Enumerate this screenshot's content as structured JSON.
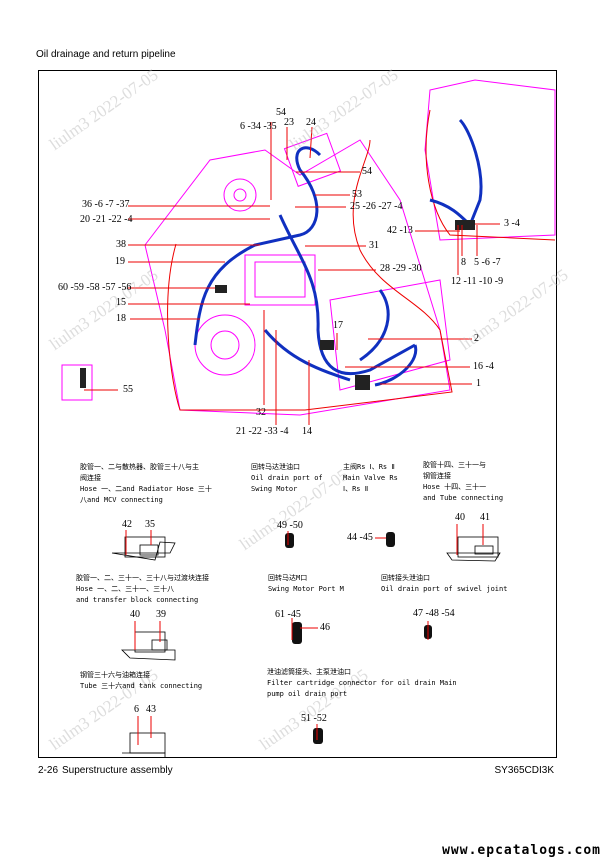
{
  "header": {
    "title": "Oil drainage and return pipeline"
  },
  "footer": {
    "page": "2-26",
    "section": "Superstructure assembly",
    "model": "SY365CDI3K"
  },
  "site": "www.epcatalogs.com",
  "watermark": "liulm3 2022-07-05",
  "callouts": [
    "36 -6 -7 -37",
    "20 -21 -22 -4",
    "38",
    "19",
    "60 -59 -58 -57 -56",
    "15",
    "18",
    "55",
    "54",
    "6 -34 -35",
    "23",
    "24",
    "54",
    "53",
    "25 -26 -27 -4",
    "31",
    "28 -29 -30",
    "17",
    "2",
    "16 -4",
    "1",
    "32",
    "21 -22 -33 -4",
    "14",
    "3 -4",
    "42 -13",
    "8",
    "5 -6 -7",
    "12 -11 -10 -9"
  ],
  "details": [
    {
      "lines": [
        "胶管一、二与散热器、胶管三十八与主",
        "阀连接",
        "Hose 一、二and Radiator Hose 三十",
        "八and MCV connecting"
      ],
      "labels": [
        "42",
        "35"
      ]
    },
    {
      "lines": [
        "回转马达泄油口",
        "Oil drain port of",
        "Swing Motor"
      ],
      "labels": [
        "49 -50"
      ]
    },
    {
      "lines": [
        "主阀Rs Ⅰ、Rs Ⅱ",
        "Main Valve Rs",
        "Ⅰ、Rs Ⅱ"
      ],
      "labels": [
        "44 -45"
      ]
    },
    {
      "lines": [
        "胶管十四、三十一与",
        "钢管连接",
        "Hose 十四、三十一",
        "and Tube connecting"
      ],
      "labels": [
        "40",
        "41"
      ]
    },
    {
      "lines": [
        "胶管一、二、三十一、三十八与过渡块连接",
        "Hose 一、二、三十一、三十八",
        "and transfer block connecting"
      ],
      "labels": [
        "40",
        "39"
      ]
    },
    {
      "lines": [
        "回转马达M口",
        "Swing Motor Port M"
      ],
      "labels": [
        "61 -45",
        "46"
      ]
    },
    {
      "lines": [
        "回转接头泄油口",
        "Oil drain port of swivel joint"
      ],
      "labels": [
        "47 -48 -54"
      ]
    },
    {
      "lines": [
        "钢管三十六与油箱连接",
        "Tube 三十六and tank connecting"
      ],
      "labels": [
        "6",
        "43"
      ]
    },
    {
      "lines": [
        "泄油滤筒接头、主泵泄油口",
        "Filter cartridge connector for oil drain Main",
        "pump oil drain port"
      ],
      "labels": [
        "51 -52"
      ]
    }
  ]
}
